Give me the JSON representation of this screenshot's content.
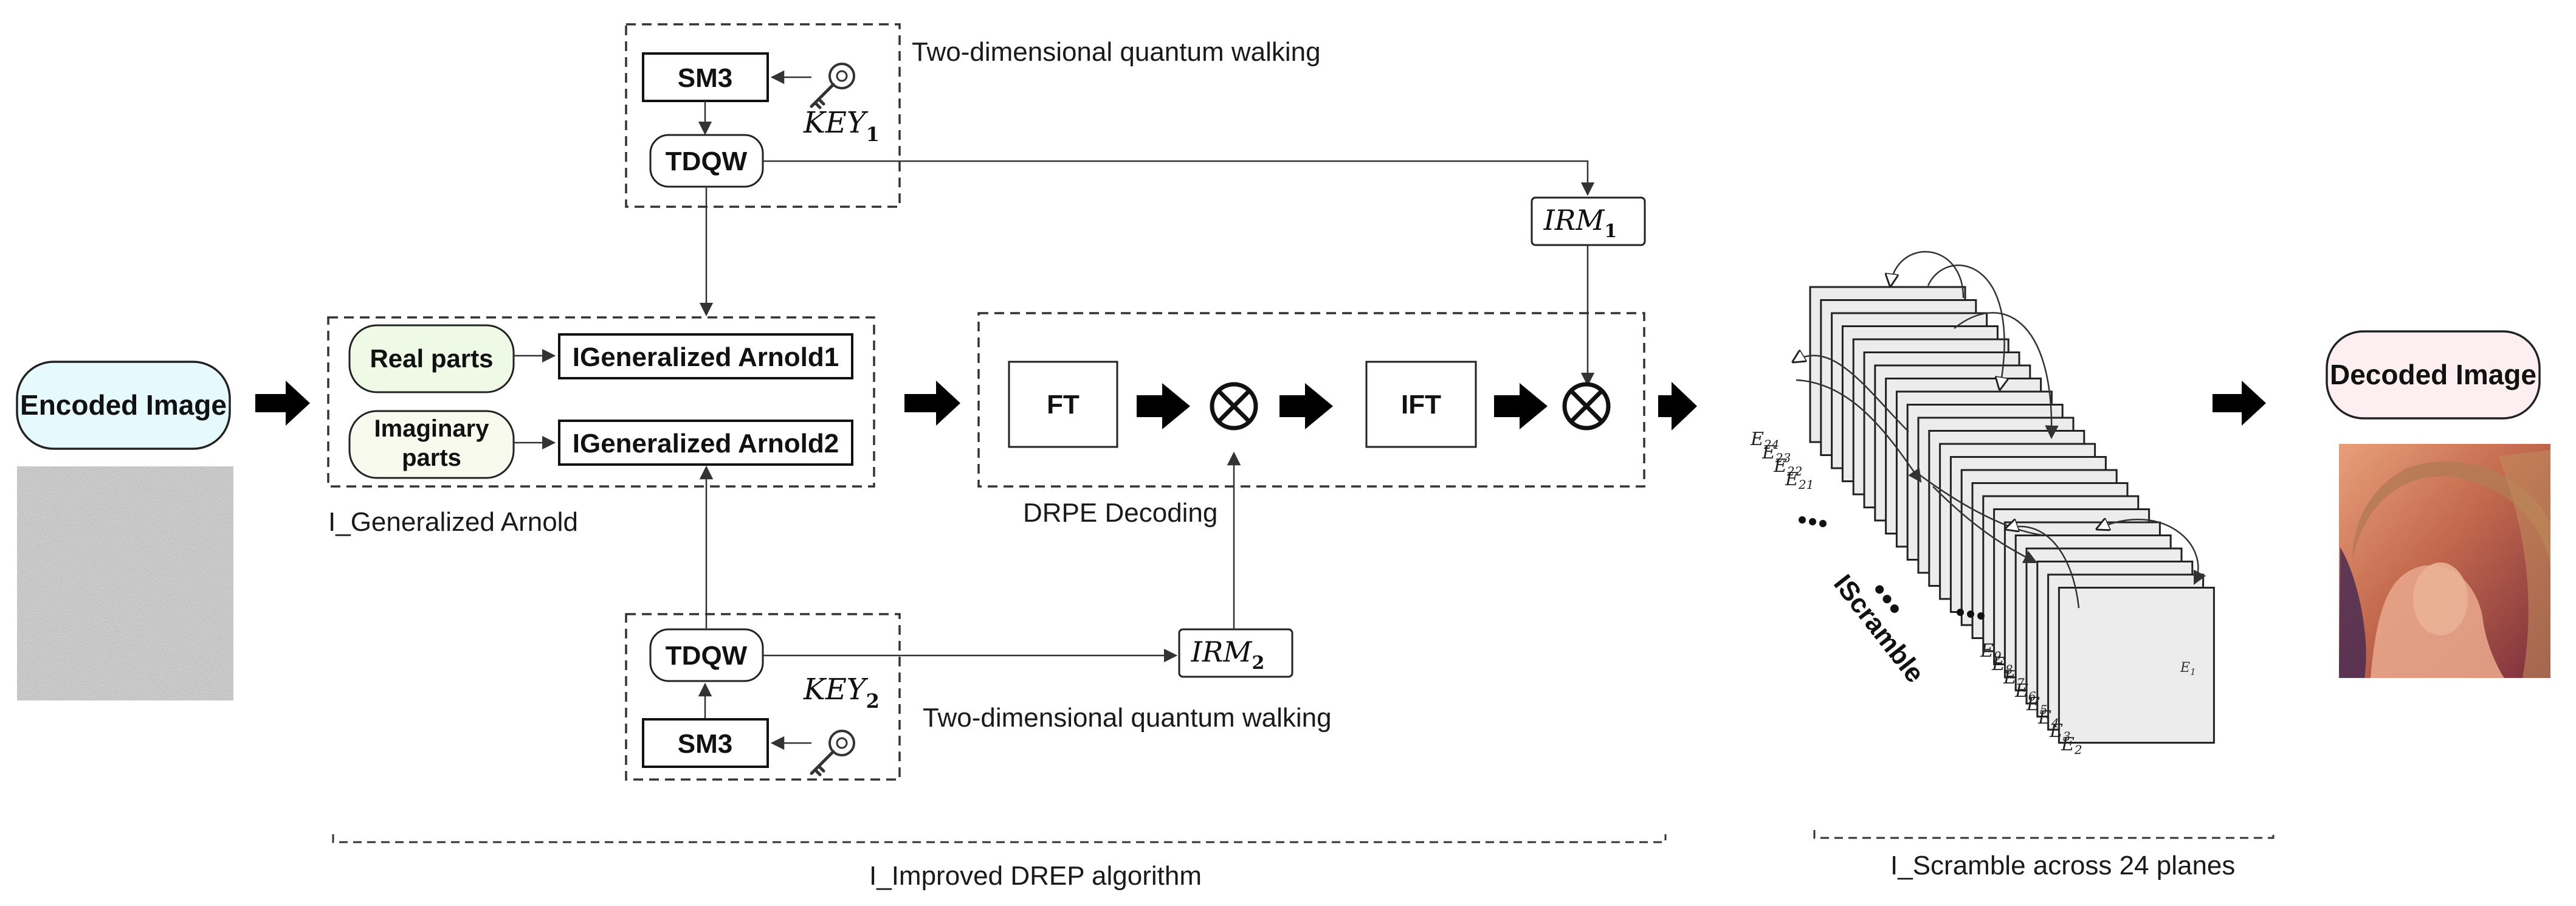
{
  "labels": {
    "encoded_image": "Encoded Image",
    "decoded_image": "Decoded Image",
    "real_parts": "Real parts",
    "imaginary_parts_1": "Imaginary",
    "imaginary_parts_2": "parts",
    "igen_arnold_1": "IGeneralized Arnold1",
    "igen_arnold_2": "IGeneralized Arnold2",
    "i_generalized_arnold": "I_Generalized Arnold",
    "sm3": "SM3",
    "tdqw": "TDQW",
    "key1_base": "KEY",
    "key1_sub": "1",
    "key2_base": "KEY",
    "key2_sub": "2",
    "irm1_base": "IRM",
    "irm1_sub": "1",
    "irm2_base": "IRM",
    "irm2_sub": "2",
    "quantum_walking_top": "Two-dimensional quantum walking",
    "quantum_walking_bottom": "Two-dimensional quantum walking",
    "ft": "FT",
    "ift": "IFT",
    "drpe_decoding": "DRPE Decoding",
    "iscramble": "IScramble",
    "improved_drep": "I_Improved DREP algorithm",
    "scramble_24": "I_Scramble across 24 planes"
  },
  "planes": {
    "front_label_base": "E",
    "front_label_sub": "1",
    "top_labels": [
      {
        "base": "E",
        "sub": "24"
      },
      {
        "base": "E",
        "sub": "23"
      },
      {
        "base": "E",
        "sub": "22"
      },
      {
        "base": "E",
        "sub": "21"
      }
    ],
    "bottom_labels": [
      {
        "base": "E",
        "sub": "9"
      },
      {
        "base": "E",
        "sub": "8"
      },
      {
        "base": "E",
        "sub": "7"
      },
      {
        "base": "E",
        "sub": "6"
      },
      {
        "base": "E",
        "sub": "5"
      },
      {
        "base": "E",
        "sub": "4"
      },
      {
        "base": "E",
        "sub": "3"
      },
      {
        "base": "E",
        "sub": "2"
      }
    ],
    "count": 24
  },
  "icons": {
    "key": "key-icon",
    "xor": "circled-times-icon",
    "arrow": "right-arrow-icon",
    "ellipsis": "ellipsis-icon"
  },
  "colors": {
    "encoded_fill": "#e6f9fc",
    "decoded_fill": "#fdeef1",
    "real_fill": "#eefae6",
    "imag_fill": "#f8faee",
    "plane_fill": "#ececec"
  }
}
